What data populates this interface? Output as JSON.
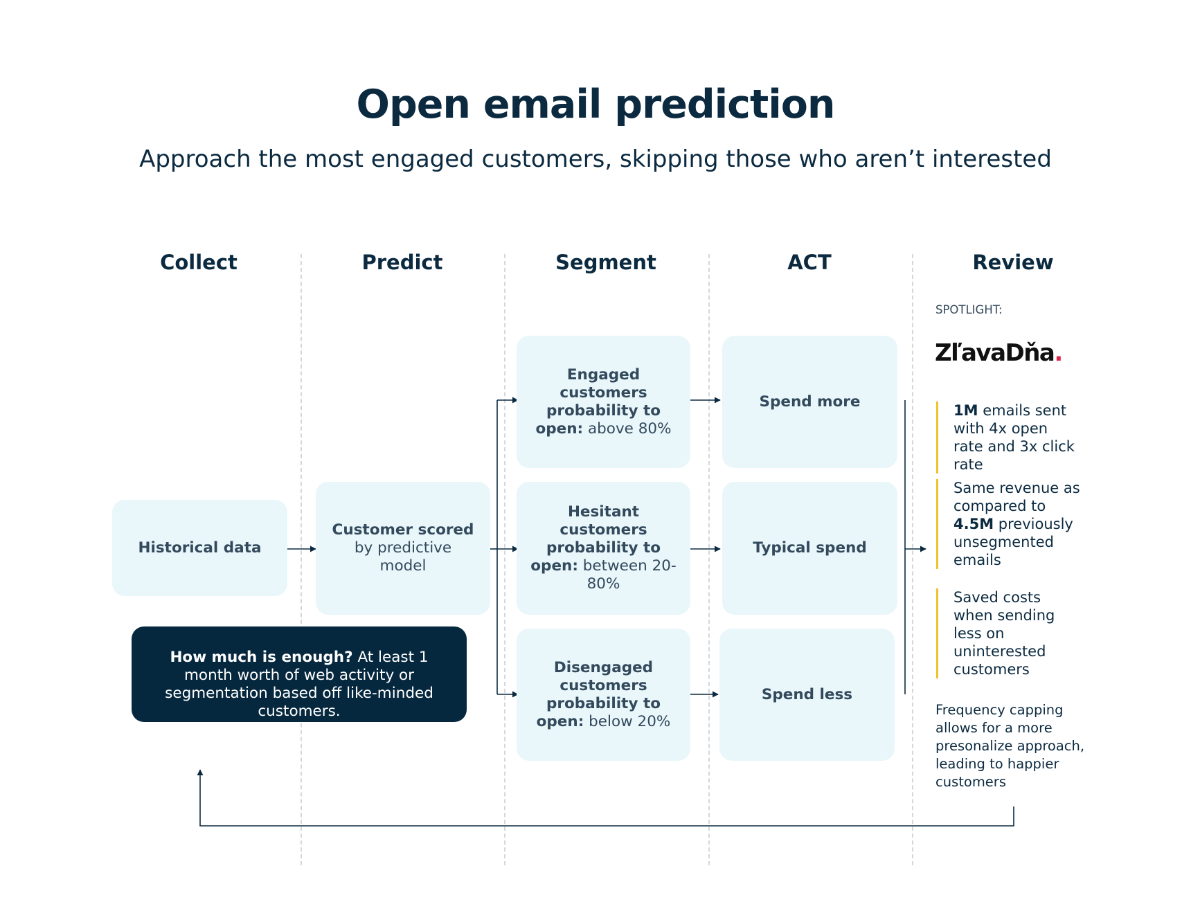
{
  "title": "Open email prediction",
  "subtitle": "Approach the most engaged customers, skipping those who aren’t interested",
  "stages": [
    "Collect",
    "Predict",
    "Segment",
    "ACT",
    "Review"
  ],
  "collect": {
    "box": "Historical data"
  },
  "predict": {
    "box_bold": "Customer scored",
    "box_rest": "by predictive model"
  },
  "segments": [
    {
      "bold": "Engaged customers probability to open:",
      "rest": "above 80%"
    },
    {
      "bold": "Hesitant customers probability to open:",
      "rest": "between 20-80%"
    },
    {
      "bold": "Disengaged customers probability to open:",
      "rest": "below 20%"
    }
  ],
  "act": [
    "Spend more",
    "Typical spend",
    "Spend less"
  ],
  "note": {
    "bold": "How much is enough?",
    "rest": "At least 1 month worth of web activity or segmentation based off like-minded customers."
  },
  "review": {
    "spotlight_label": "SPOTLIGHT:",
    "logo_text": "ZľavaDňa",
    "logo_dot": ".",
    "stats": [
      {
        "pre": "",
        "bold": "1M",
        "post": " emails sent with 4x open rate and 3x click rate"
      },
      {
        "pre": "Same revenue as compared to ",
        "bold": "4.5M",
        "post": " previously unsegmented emails"
      },
      {
        "pre": "Saved costs when sending less on uninterested customers",
        "bold": "",
        "post": ""
      }
    ],
    "frequency_note": "Frequency capping allows for a more presonalize approach, leading to happier customers"
  },
  "colors": {
    "navy": "#06283f",
    "box_fill": "#e9f7fb",
    "accent_yellow": "#f2c12e",
    "logo_dot": "#e0244b",
    "divider": "#d3d8de"
  }
}
